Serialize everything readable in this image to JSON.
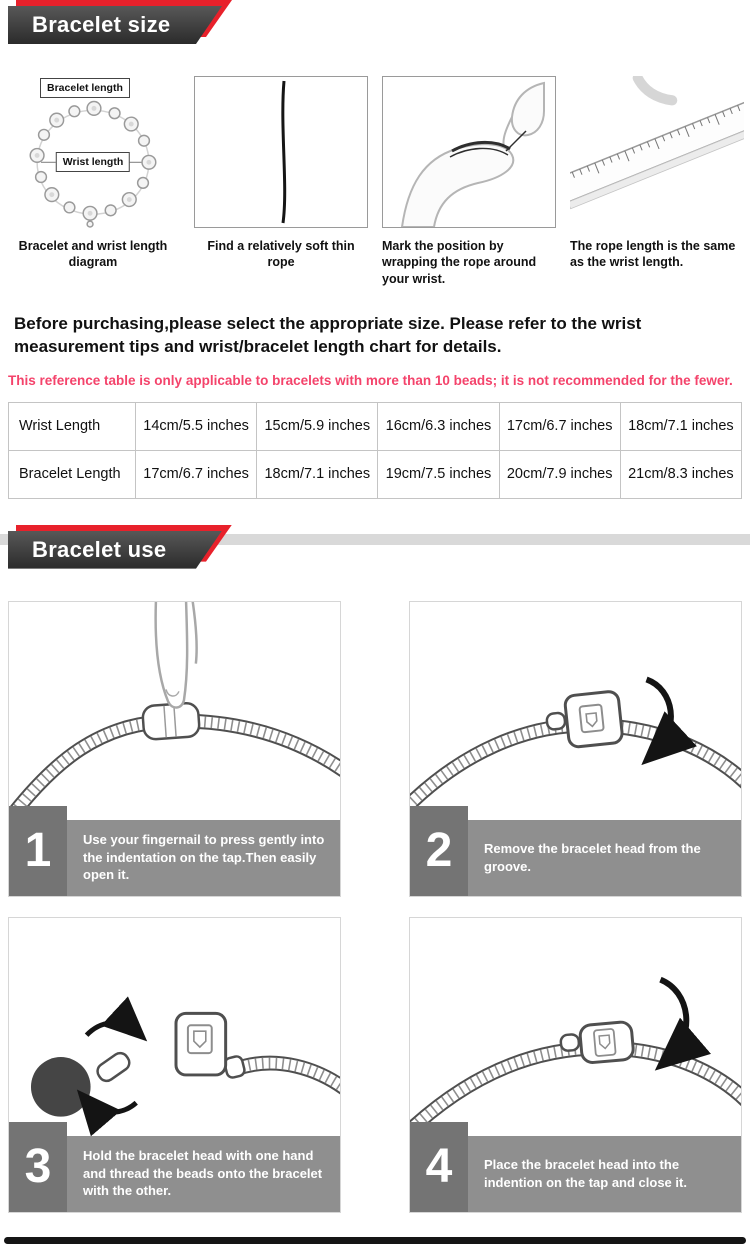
{
  "banners": {
    "size": "Bracelet size",
    "use": "Bracelet use"
  },
  "steps_measure": [
    {
      "caption": "Bracelet and wrist length diagram",
      "labels": {
        "top": "Bracelet length",
        "inner": "Wrist length"
      }
    },
    {
      "caption": "Find a relatively soft thin rope"
    },
    {
      "caption": "Mark the position by wrapping the rope around your wrist."
    },
    {
      "caption": "The rope length is the same as the wrist length."
    }
  ],
  "intro": "Before purchasing,please select the appropriate size. Please refer to the wrist measurement tips and wrist/bracelet length chart for details.",
  "notice": "This reference table is only applicable to bracelets with more than 10 beads; it is not recommended for the fewer.",
  "size_table": {
    "rows": [
      {
        "header": "Wrist Length",
        "cells": [
          "14cm/5.5 inches",
          "15cm/5.9 inches",
          "16cm/6.3 inches",
          "17cm/6.7 inches",
          "18cm/7.1 inches"
        ]
      },
      {
        "header": "Bracelet Length",
        "cells": [
          "17cm/6.7 inches",
          "18cm/7.1 inches",
          "19cm/7.5 inches",
          "20cm/7.9 inches",
          "21cm/8.3 inches"
        ]
      }
    ]
  },
  "use_steps": [
    {
      "num": "1",
      "text": "Use your fingernail to press gently into the indentation on the tap.Then easily open it."
    },
    {
      "num": "2",
      "text": "Remove the bracelet head from the groove."
    },
    {
      "num": "3",
      "text": "Hold the bracelet head with one hand and thread the beads onto the bracelet with the other."
    },
    {
      "num": "4",
      "text": "Place the bracelet head into the indention on the tap and close it."
    }
  ],
  "colors": {
    "accent_red": "#e8212b",
    "banner_dark": "#3c3c3c",
    "notice_pink": "#f4436b",
    "caption_gray": "#8f8f8f",
    "number_gray": "#747474",
    "strip_gray": "#d9d9d9"
  }
}
